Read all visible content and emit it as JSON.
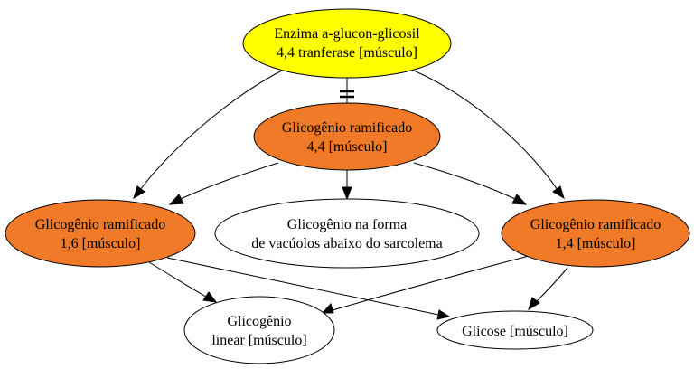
{
  "nodes": [
    {
      "id": "enzima",
      "lines": [
        "Enzima a-glucon-glicosil",
        "4,4 tranferase [músculo]"
      ],
      "fill": "#ffff00"
    },
    {
      "id": "ramificado-4-4",
      "lines": [
        "Glicogênio ramificado",
        "4,4 [músculo]"
      ],
      "fill": "#f07a28"
    },
    {
      "id": "ramificado-1-6",
      "lines": [
        "Glicogênio ramificado",
        "1,6 [músculo]"
      ],
      "fill": "#f07a28"
    },
    {
      "id": "vacuolos",
      "lines": [
        "Glicogênio na forma",
        "de vacúolos abaixo do sarcolema"
      ],
      "fill": "#ffffff"
    },
    {
      "id": "ramificado-1-4",
      "lines": [
        "Glicogênio ramificado",
        "1,4 [músculo]"
      ],
      "fill": "#f07a28"
    },
    {
      "id": "linear",
      "lines": [
        "Glicogênio",
        "linear [músculo]"
      ],
      "fill": "#ffffff"
    },
    {
      "id": "glicose",
      "lines": [
        "Glicose [músculo]"
      ],
      "fill": "#ffffff"
    }
  ]
}
